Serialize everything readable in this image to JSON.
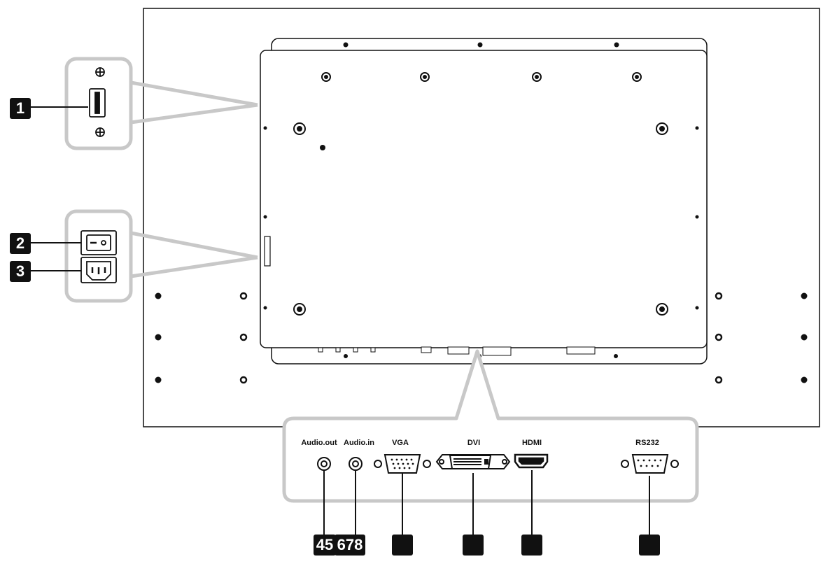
{
  "callouts": {
    "c1": "1",
    "c2": "2",
    "c3": "3",
    "c45": "45",
    "c678": "678",
    "c_vga": "",
    "c_dvi": "",
    "c_hdmi": "",
    "c_rs232": ""
  },
  "ports": {
    "audio_out": "Audio.out",
    "audio_in": "Audio.in",
    "vga": "VGA",
    "dvi": "DVI",
    "hdmi": "HDMI",
    "rs232": "RS232"
  },
  "colors": {
    "line": "#111111",
    "callout_frame": "#c8c8c8",
    "badge": "#111111"
  }
}
